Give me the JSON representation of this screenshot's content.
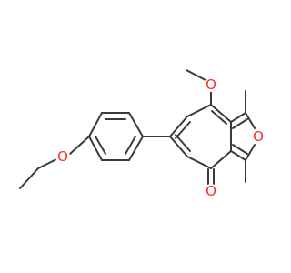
{
  "molecule": {
    "atoms": {
      "ketone_oxygen": {
        "label": "O",
        "color": "#ff2a2a"
      },
      "methoxy_oxygen": {
        "label": "O",
        "color": "#ff2a2a"
      },
      "furan_oxygen": {
        "label": "O",
        "color": "#ff2a2a"
      },
      "ether_oxygen": {
        "label": "O",
        "color": "#ff2a2a"
      }
    },
    "bond_color": "#3a3a3a"
  }
}
